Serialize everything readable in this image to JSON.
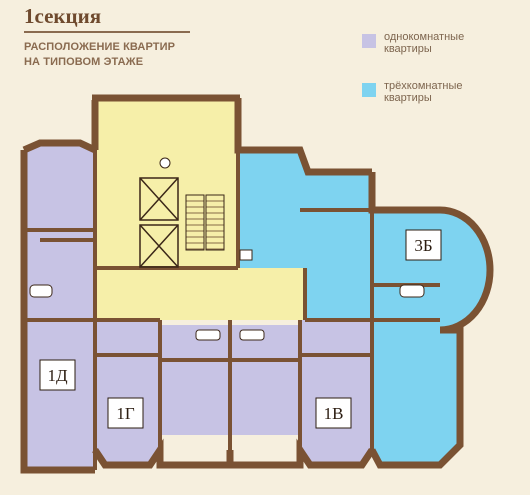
{
  "header": {
    "title": "1секция",
    "subtitle_line1": "РАСПОЛОЖЕНИЕ КВАРТИР",
    "subtitle_line2": "НА ТИПОВОМ ЭТАЖЕ"
  },
  "legend": {
    "one_room": {
      "line1": "однокомнатные",
      "line2": "квартиры",
      "color": "#c7c3e4"
    },
    "three_room": {
      "line1": "трёхкомнатные",
      "line2": "квартиры",
      "color": "#7ed3f0"
    }
  },
  "colors": {
    "common_area": "#f6efa9",
    "wall": "#7a5233",
    "background": "#f6efde"
  },
  "apartments": {
    "label_1d": "1Д",
    "label_1g": "1Г",
    "label_1v": "1В",
    "label_3b": "3Б"
  }
}
